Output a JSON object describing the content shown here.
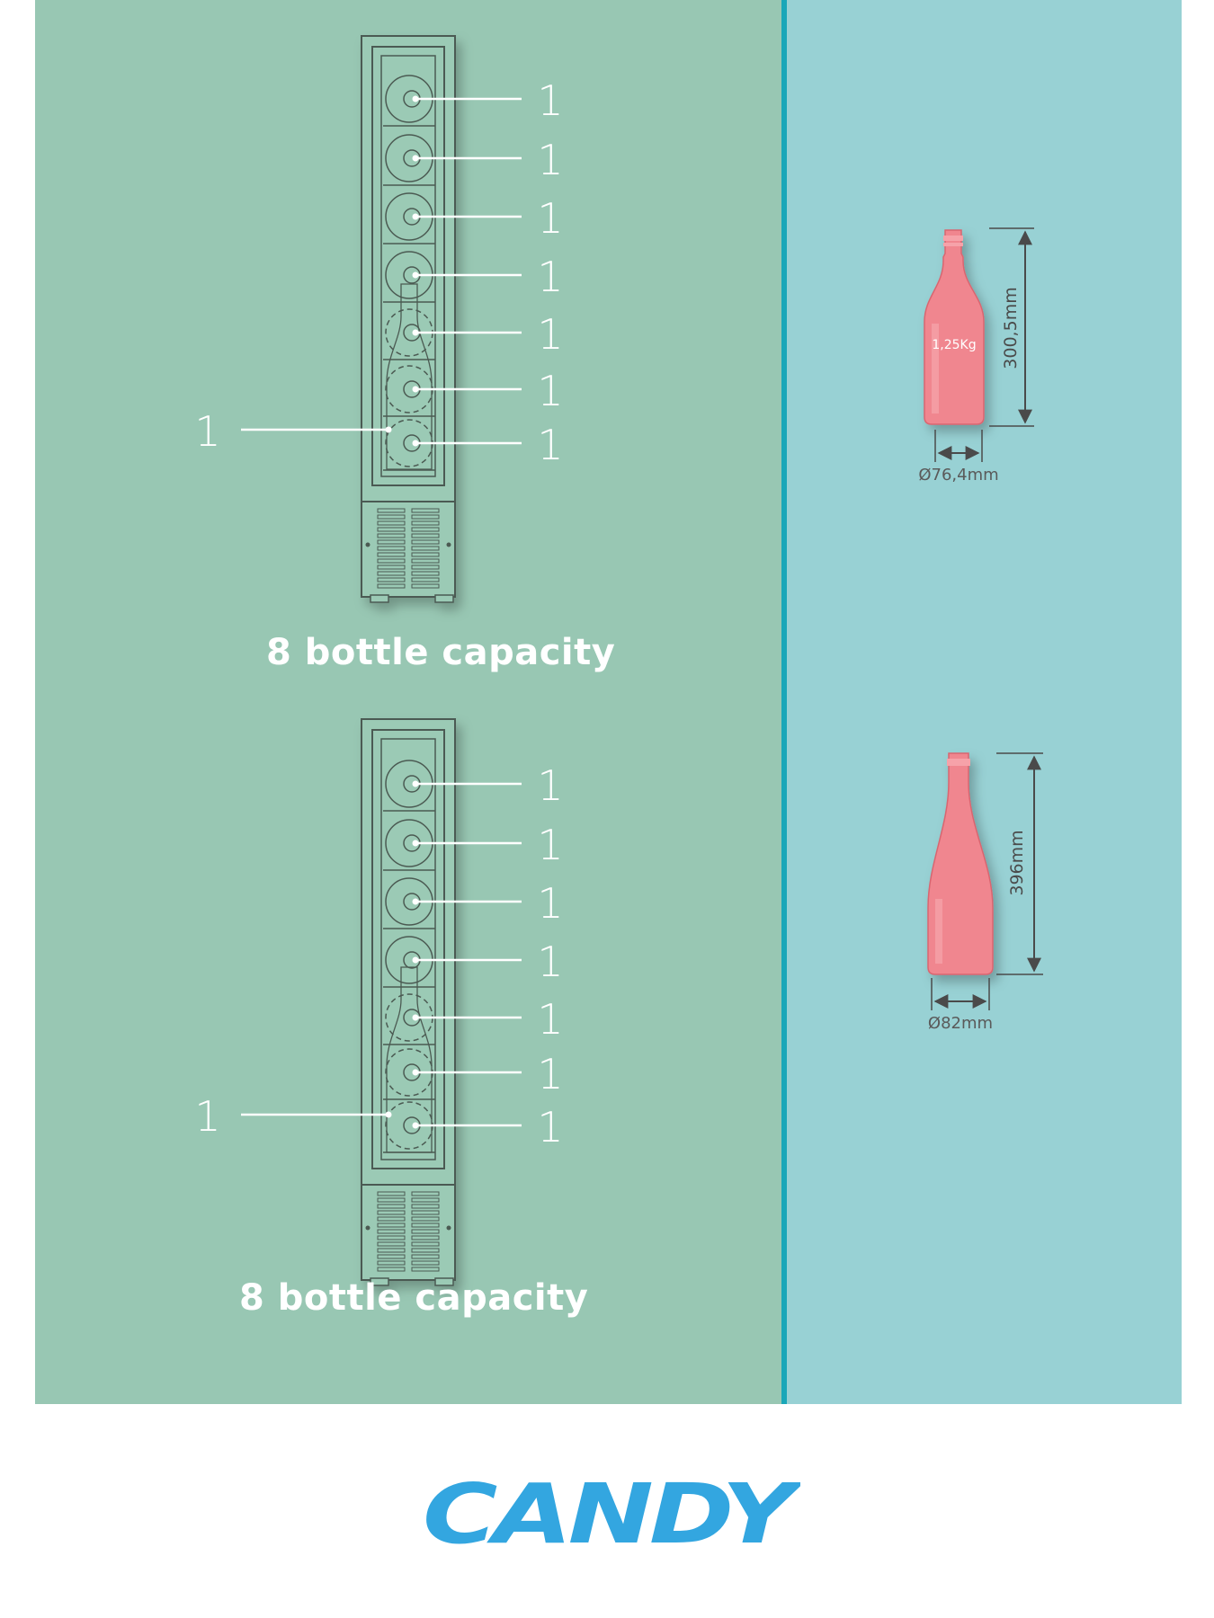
{
  "labels": {
    "count": "1",
    "capacity_top": "8 bottle capacity",
    "capacity_bottom": "8 bottle capacity"
  },
  "bottle_top": {
    "height": "300,5mm",
    "diameter": "Ø76,4mm",
    "weight": "1,25Kg"
  },
  "bottle_bottom": {
    "height": "396mm",
    "diameter": "Ø82mm"
  },
  "brand": {
    "name": "CANDY"
  },
  "colors": {
    "left_panel": "#98c7b3",
    "right_panel": "#98d1d4",
    "divider": "#1aa7b8",
    "bottle": "#f0868f",
    "brand": "#33a6e0"
  }
}
